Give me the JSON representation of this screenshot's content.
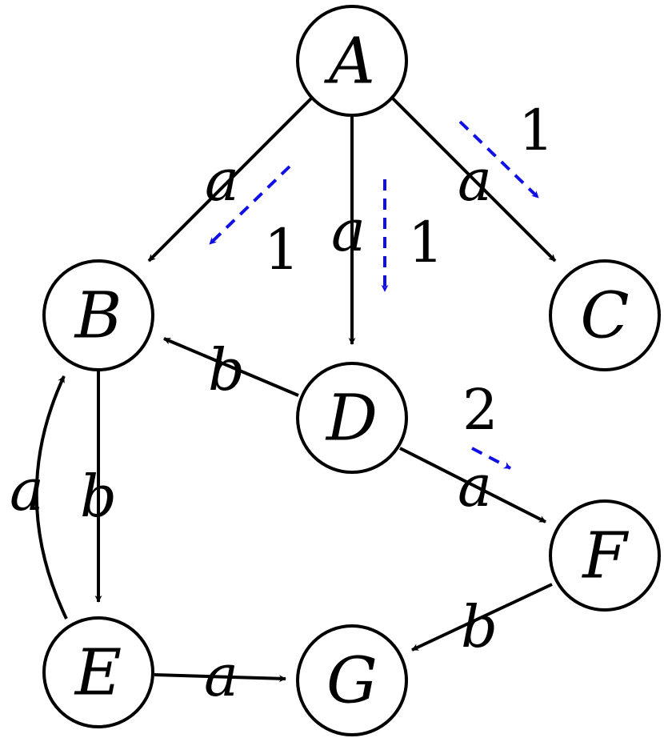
{
  "colors": {
    "hint": "#1010e6",
    "edge": "#000000",
    "node_fill": "#ffffff"
  },
  "nodes": [
    {
      "id": "A",
      "label": "A"
    },
    {
      "id": "B",
      "label": "B"
    },
    {
      "id": "C",
      "label": "C"
    },
    {
      "id": "D",
      "label": "D"
    },
    {
      "id": "E",
      "label": "E"
    },
    {
      "id": "F",
      "label": "F"
    },
    {
      "id": "G",
      "label": "G"
    }
  ],
  "edges": [
    {
      "from": "A",
      "to": "B",
      "label": "a"
    },
    {
      "from": "A",
      "to": "D",
      "label": "a"
    },
    {
      "from": "A",
      "to": "C",
      "label": "a"
    },
    {
      "from": "D",
      "to": "B",
      "label": "b"
    },
    {
      "from": "D",
      "to": "F",
      "label": "a"
    },
    {
      "from": "B",
      "to": "E",
      "label": "b"
    },
    {
      "from": "E",
      "to": "B",
      "label": "a"
    },
    {
      "from": "E",
      "to": "G",
      "label": "a"
    },
    {
      "from": "F",
      "to": "G",
      "label": "b"
    }
  ],
  "hints": [
    {
      "edge": "A-B",
      "label": "1"
    },
    {
      "edge": "A-D",
      "label": "1"
    },
    {
      "edge": "A-C",
      "label": "1"
    },
    {
      "edge": "D-F",
      "label": "2"
    }
  ]
}
